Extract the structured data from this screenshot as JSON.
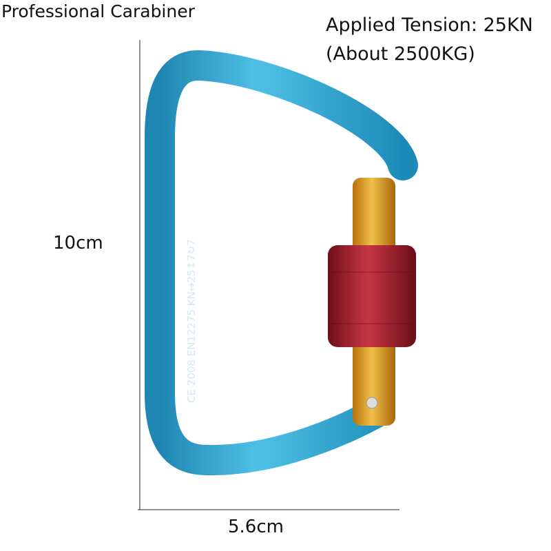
{
  "title": "Professional Carabiner",
  "tension": {
    "line1": "Applied Tension: 25KN",
    "line2": "(About 2500KG)"
  },
  "dimensions": {
    "height": "10cm",
    "width": "5.6cm"
  },
  "engraving": "CE 2008   EN12275   KN↔25↕7↻7",
  "colors": {
    "frame": "#2a9fcb",
    "gate": "#d99a1e",
    "lock_sleeve": "#a3222f"
  }
}
